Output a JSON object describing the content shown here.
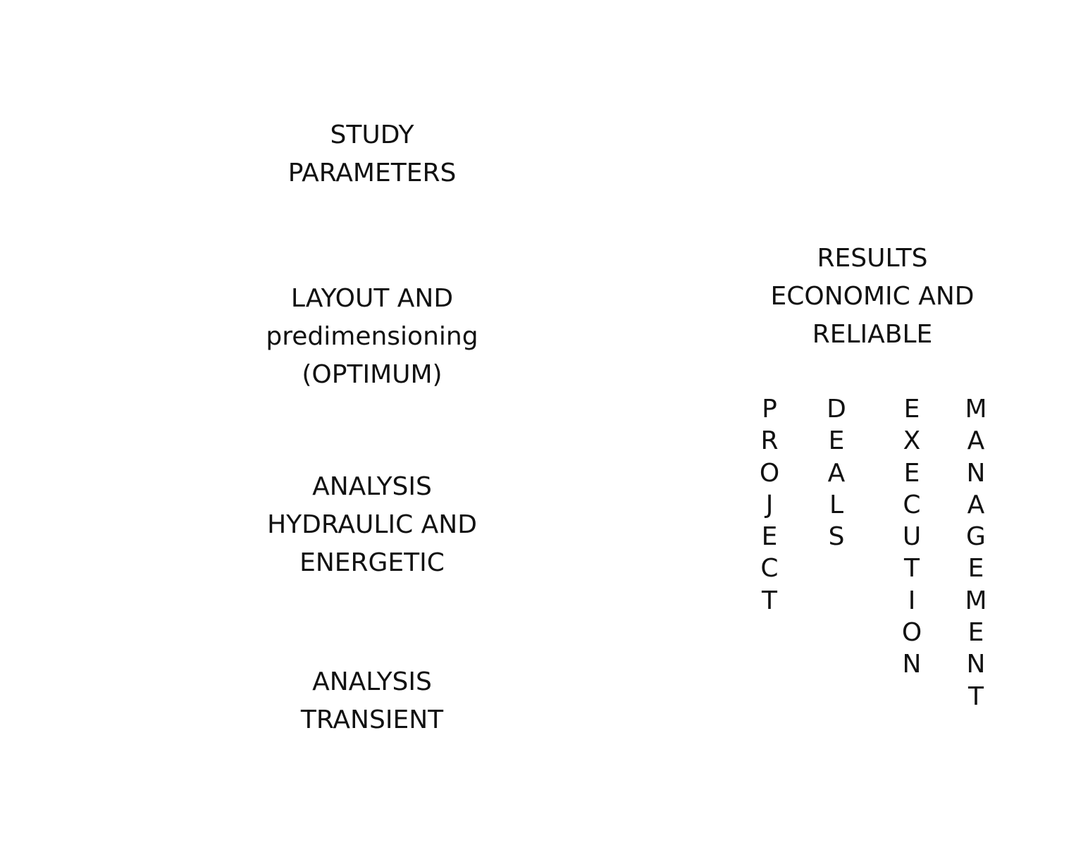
{
  "blocks": {
    "study": [
      "STUDY",
      "PARAMETERS"
    ],
    "layout": [
      "LAYOUT AND",
      "predimensioning",
      "(OPTIMUM)"
    ],
    "hydraulic": [
      "ANALYSIS",
      "HYDRAULIC AND",
      "ENERGETIC"
    ],
    "transient": [
      "ANALYSIS",
      "TRANSIENT"
    ],
    "results": [
      "RESULTS",
      "ECONOMIC AND",
      "RELIABLE"
    ]
  },
  "vertical_words": {
    "project": "PROJECT",
    "deals": "DEALS",
    "execution": "EXECUTION",
    "management": "MANAGEMENT"
  }
}
